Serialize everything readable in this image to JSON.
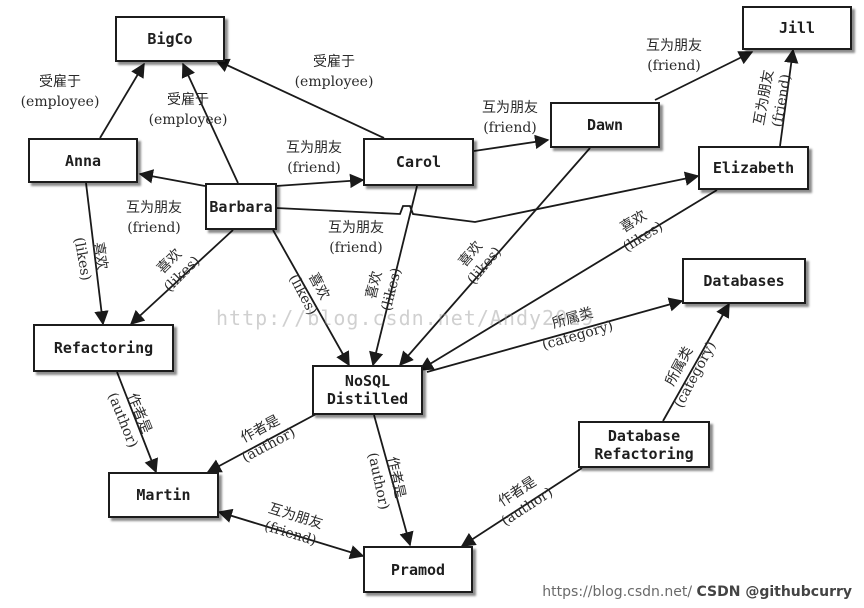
{
  "nodes": {
    "bigco": "BigCo",
    "jill": "Jill",
    "anna": "Anna",
    "barbara": "Barbara",
    "carol": "Carol",
    "dawn": "Dawn",
    "elizabeth": "Elizabeth",
    "databases": "Databases",
    "refactoring": "Refactoring",
    "nosql_line1": "NoSQL",
    "nosql_line2": "Distilled",
    "dbref_line1": "Database",
    "dbref_line2": "Refactoring",
    "martin": "Martin",
    "pramod": "Pramod"
  },
  "relations": {
    "employee": {
      "zh": "受雇于",
      "en": "(employee)"
    },
    "friend": {
      "zh": "互为朋友",
      "en": "(friend)"
    },
    "likes": {
      "zh": "喜欢",
      "en": "(likes)"
    },
    "author": {
      "zh": "作者是",
      "en": "(author)"
    },
    "category": {
      "zh": "所属类",
      "en": "(category)"
    }
  },
  "watermark": "http://blog.csdn.net/Andy2019",
  "credit": {
    "url": "https://blog.csdn.net/",
    "brand": "CSDN @githubcurry"
  },
  "colors": {
    "line": "#1a1a1a",
    "border": "#1c1c1c",
    "text": "#1e1e1e"
  }
}
